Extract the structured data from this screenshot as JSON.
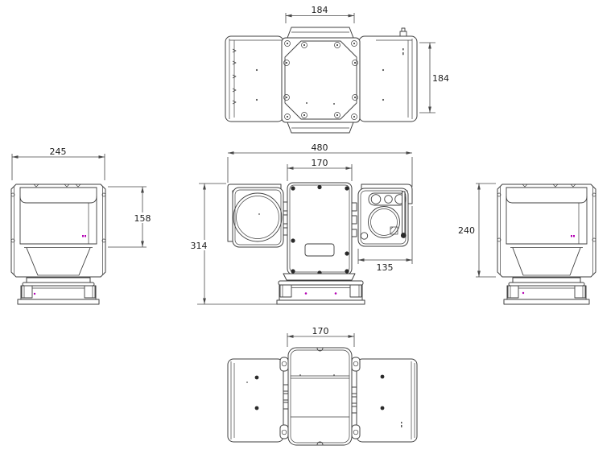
{
  "dimensions": {
    "top_view_width": "184",
    "top_view_depth": "184",
    "left_view_width": "245",
    "left_view_front_height": "158",
    "front_view_overall_width": "480",
    "front_view_body_width": "170",
    "front_view_height": "314",
    "front_view_right_pod_width": "135",
    "right_view_height": "240",
    "bottom_view_body_width": "170"
  },
  "colors": {
    "background": "#ffffff",
    "line": "#3f3f3f",
    "dimension": "#474747",
    "text": "#1c1c1c",
    "screw": "#2a2a2a",
    "accent": "#b400b4"
  }
}
